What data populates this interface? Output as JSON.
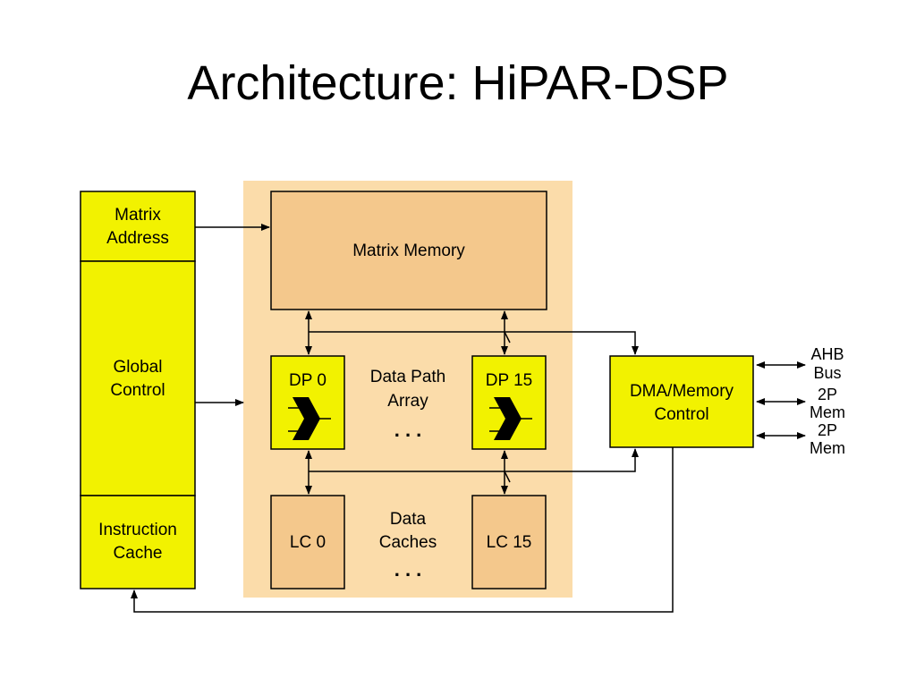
{
  "slide": {
    "title": "Architecture: HiPAR-DSP"
  },
  "colors": {
    "yellow": "#f2f200",
    "peach_bg": "#fbdcaa",
    "tan_box": "#f4c88c",
    "line": "#000000"
  },
  "diagram": {
    "control_column": {
      "matrix_address": [
        "Matrix",
        "Address"
      ],
      "global_control": [
        "Global",
        "Control"
      ],
      "instruction_cache": [
        "Instruction",
        "Cache"
      ]
    },
    "matrix_memory": "Matrix Memory",
    "data_paths": {
      "first": "DP 0",
      "last": "DP 15",
      "label": [
        "Data Path",
        "Array"
      ],
      "ellipsis": ". . ."
    },
    "local_caches": {
      "first": "LC 0",
      "last": "LC 15",
      "label": [
        "Data",
        "Caches"
      ],
      "ellipsis": ". . ."
    },
    "dma": [
      "DMA/Memory",
      "Control"
    ],
    "external_ports": [
      [
        "AHB",
        "Bus"
      ],
      [
        "2P",
        "Mem"
      ],
      [
        "2P",
        "Mem"
      ]
    ]
  }
}
